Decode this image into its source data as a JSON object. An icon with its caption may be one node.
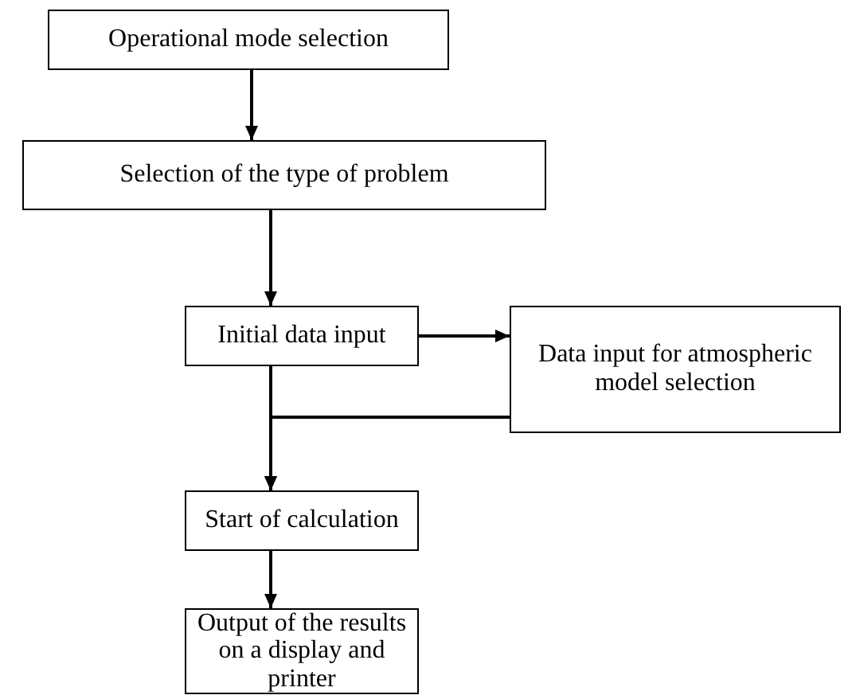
{
  "diagram": {
    "nodes": [
      {
        "text": [
          "Operational mode selection"
        ]
      },
      {
        "text": [
          "Selection of the type of problem"
        ]
      },
      {
        "text": [
          "Initial data input"
        ]
      },
      {
        "text": [
          "Data input for atmospheric model selection"
        ]
      },
      {
        "text": [
          "Start of calculation"
        ]
      },
      {
        "text": [
          "Output of the results on a display and printer"
        ]
      }
    ],
    "edges": [
      {
        "from": 0,
        "to": 1,
        "arrow": "to"
      },
      {
        "from": 1,
        "to": 2,
        "arrow": "to"
      },
      {
        "from": 2,
        "to": 3,
        "arrow": "to"
      },
      {
        "from": 2,
        "to": 4,
        "arrow": "to"
      },
      {
        "from": 3,
        "to": 4,
        "arrow": "to"
      },
      {
        "from": 4,
        "to": 5,
        "arrow": "to"
      }
    ]
  }
}
